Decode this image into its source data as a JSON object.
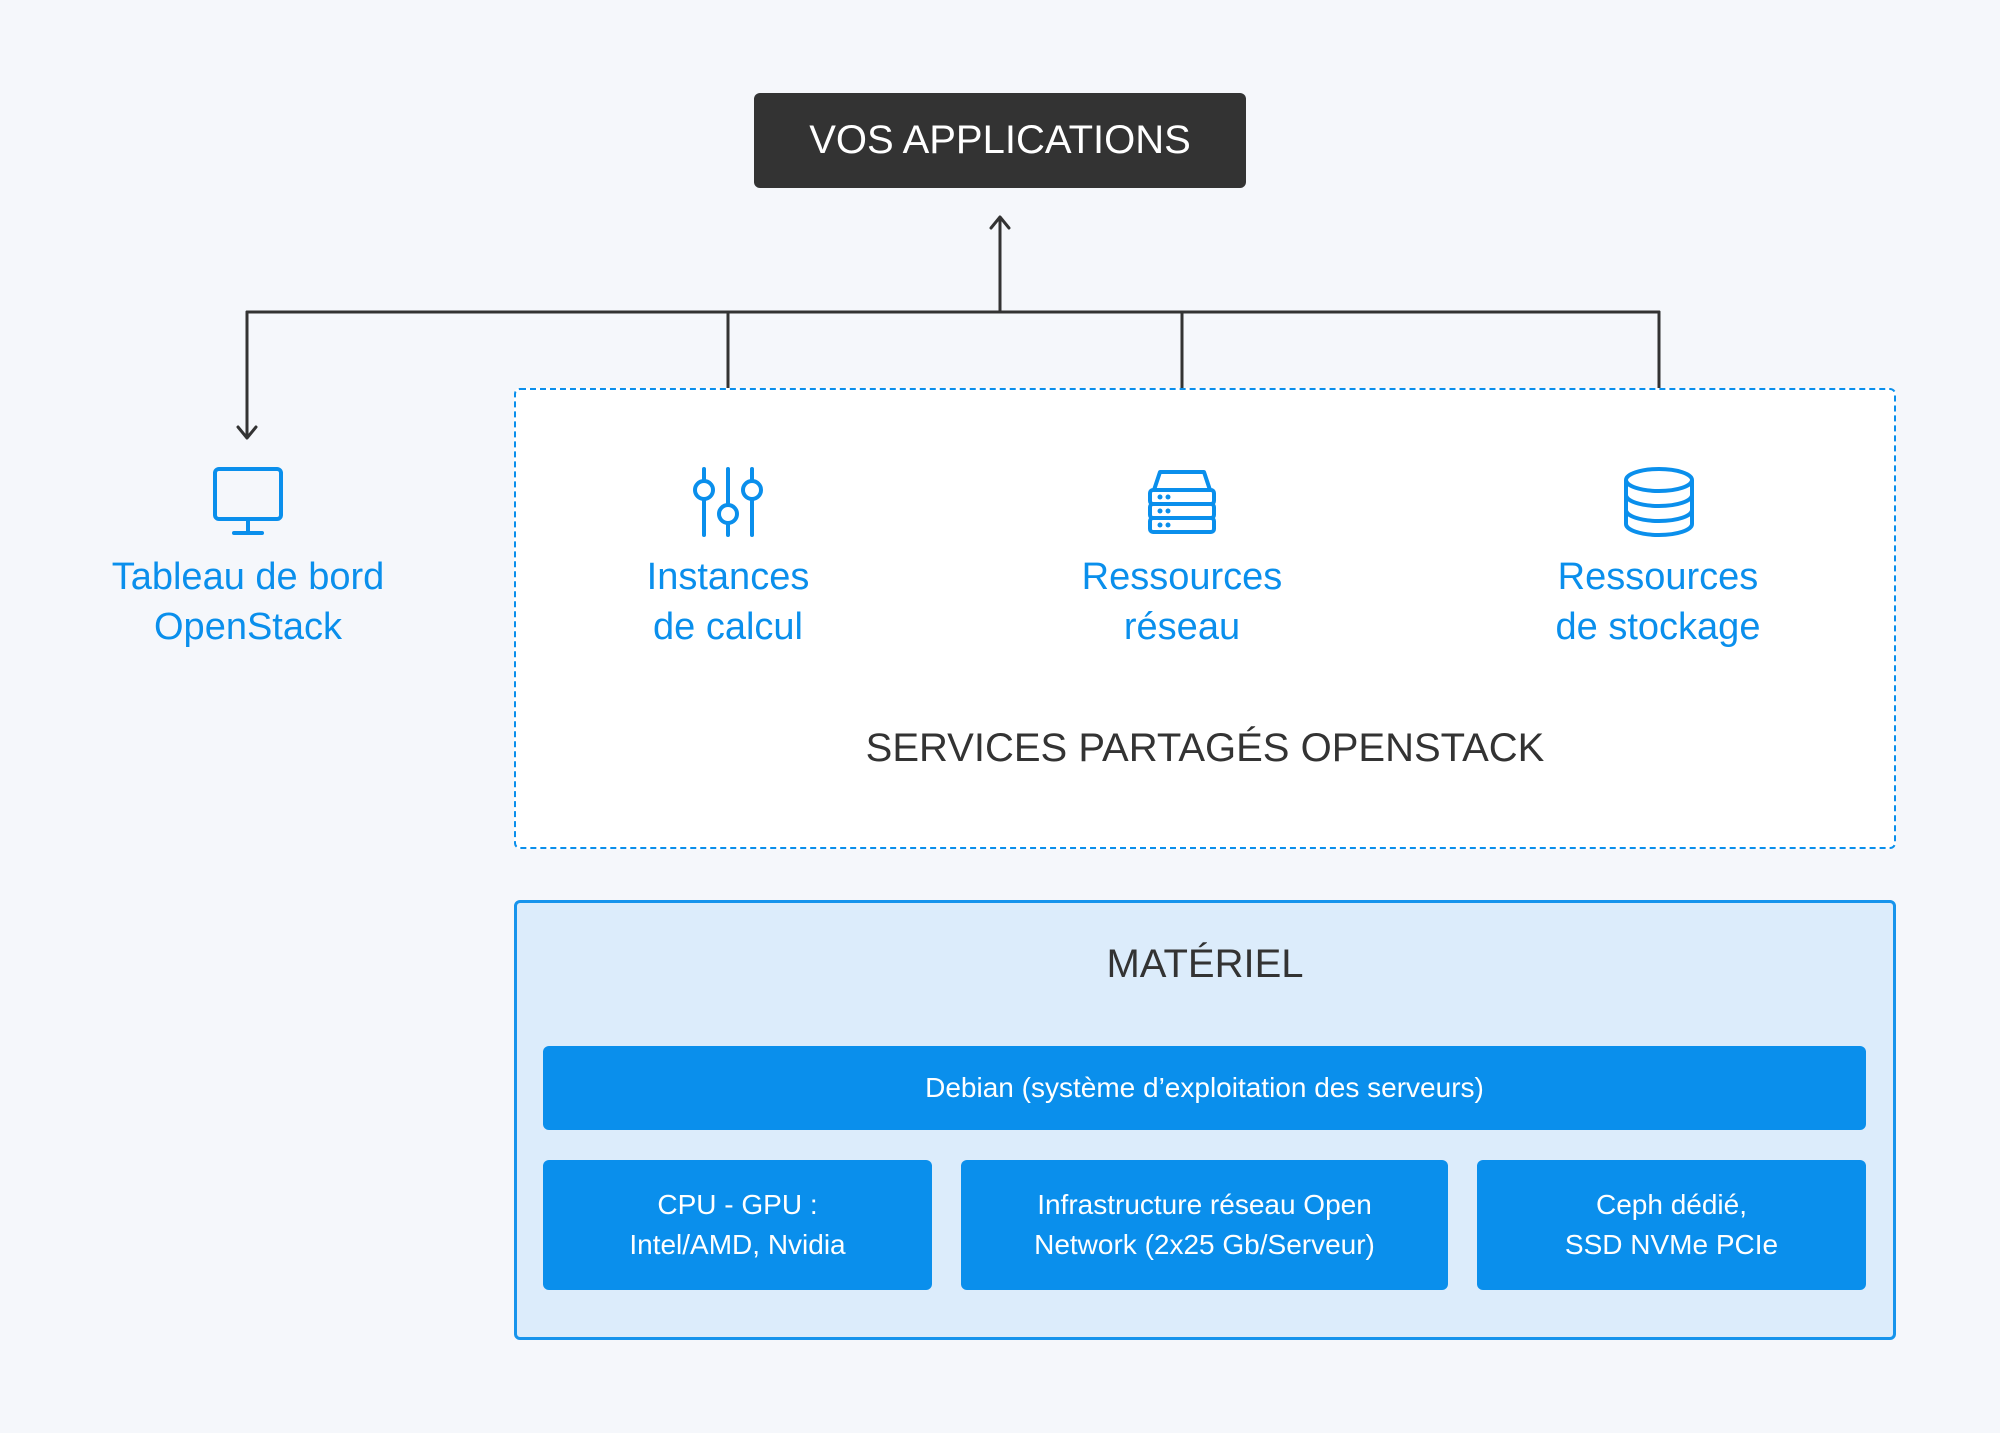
{
  "apps": {
    "label": "VOS APPLICATIONS"
  },
  "dashboard": {
    "line1": "Tableau de bord",
    "line2": "OpenStack",
    "icon": "monitor-icon"
  },
  "services": {
    "title": "SERVICES PARTAGÉS OPENSTACK",
    "items": [
      {
        "line1": "Instances",
        "line2": "de calcul",
        "icon": "sliders-icon"
      },
      {
        "line1": "Ressources",
        "line2": "réseau",
        "icon": "server-rack-icon"
      },
      {
        "line1": "Ressources",
        "line2": "de stockage",
        "icon": "database-icon"
      }
    ]
  },
  "materiel": {
    "title": "MATÉRIEL",
    "os": "Debian (système d’exploitation des serveurs)",
    "cards": [
      {
        "line1": "CPU - GPU :",
        "line2": "Intel/AMD, Nvidia"
      },
      {
        "line1": "Infrastructure réseau Open",
        "line2": "Network (2x25 Gb/Serveur)"
      },
      {
        "line1": "Ceph dédié,",
        "line2": "SSD NVMe PCIe"
      }
    ]
  },
  "colors": {
    "accent": "#0a8fec",
    "dark": "#333333",
    "light_blue": "#dcecfb",
    "background": "#f5f7fb"
  }
}
